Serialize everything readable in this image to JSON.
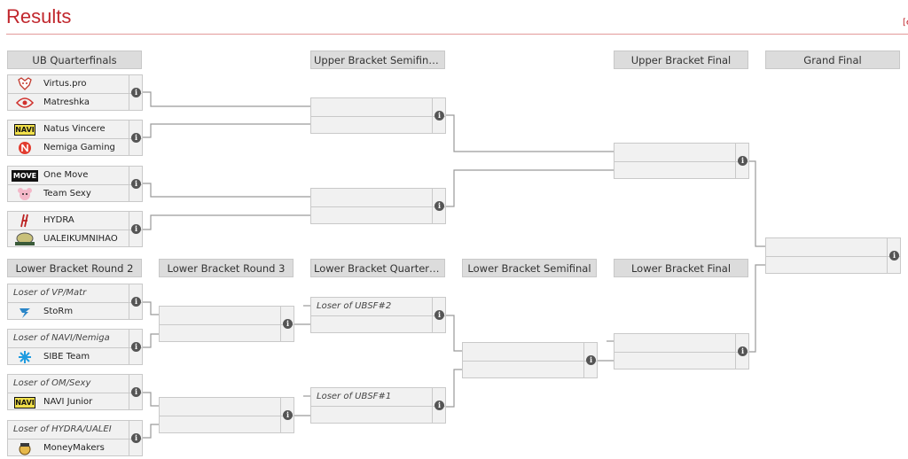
{
  "page": {
    "title": "Results",
    "edit_link": "[e"
  },
  "headers": {
    "ubqf": "UB Quarterfinals",
    "ubsf": "Upper Bracket Semifinals",
    "ubf": "Upper Bracket Final",
    "gf": "Grand Final",
    "lbr2": "Lower Bracket Round 2",
    "lbr3": "Lower Bracket Round 3",
    "lbqf": "Lower Bracket Quarterfin…",
    "lbsf": "Lower Bracket Semifinal",
    "lbf": "Lower Bracket Final"
  },
  "ubqf": [
    {
      "team1": "Virtus.pro",
      "logo1": "bear-logo-icon",
      "team2": "Matreshka",
      "logo2": "matreshka-logo-icon"
    },
    {
      "team1": "Natus Vincere",
      "logo1": "navi-logo-icon",
      "team2": "Nemiga Gaming",
      "logo2": "nemiga-logo-icon"
    },
    {
      "team1": "One Move",
      "logo1": "move-logo-icon",
      "team2": "Team Sexy",
      "logo2": "sexy-logo-icon"
    },
    {
      "team1": "HYDRA",
      "logo1": "hydra-logo-icon",
      "team2": "UALEIKUMNIHAO",
      "logo2": "ualei-logo-icon"
    }
  ],
  "lbr2": [
    {
      "loser": "Loser of VP/Matr",
      "team": "StoRm",
      "logo": "storm-logo-icon"
    },
    {
      "loser": "Loser of NAVI/Nemiga",
      "team": "SIBE Team",
      "logo": "sibe-logo-icon"
    },
    {
      "loser": "Loser of OM/Sexy",
      "team": "NAVI Junior",
      "logo": "navi-logo-icon"
    },
    {
      "loser": "Loser of HYDRA/UALEI",
      "team": "MoneyMakers",
      "logo": "moneymakers-logo-icon"
    }
  ],
  "lbqf": [
    {
      "loser": "Loser of UBSF#2"
    },
    {
      "loser": "Loser of UBSF#1"
    }
  ],
  "info_glyph": "i",
  "colors": {
    "title": "#c1272d",
    "header_bg": "#dcdcdc",
    "match_bg": "#f1f1f1",
    "line": "#9a9a9a"
  }
}
